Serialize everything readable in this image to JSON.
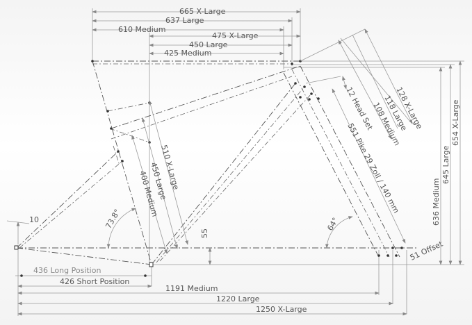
{
  "top_dims": {
    "reach_xl": "665 X-Large",
    "reach_l": "637 Large",
    "reach_m": "610 Medium",
    "stack_xl": "475 X-Large",
    "stack_l": "450 Large",
    "stack_m": "425 Medium"
  },
  "seat_tube": {
    "xl": "510 X-Large",
    "l": "450 Large",
    "m": "400 Medium",
    "angle": "73.8°"
  },
  "fork": {
    "headset": "12 Head Set",
    "fork": "551 Pike 29 Zoll / 140 mm",
    "m": "108 Medium",
    "l": "118 Large",
    "xl": "128 X-Large",
    "angle": "64°",
    "offset": "51 Offset"
  },
  "heights": {
    "m": "636 Medium",
    "l": "645 Large",
    "xl": "654 X-Large"
  },
  "bottom_dims": {
    "long": "436 Long Position",
    "short": "426 Short Position",
    "wb_m": "1191 Medium",
    "wb_l": "1220 Large",
    "wb_xl": "1250 X-Large"
  },
  "misc": {
    "bb_drop": "55",
    "dropout": "10"
  }
}
